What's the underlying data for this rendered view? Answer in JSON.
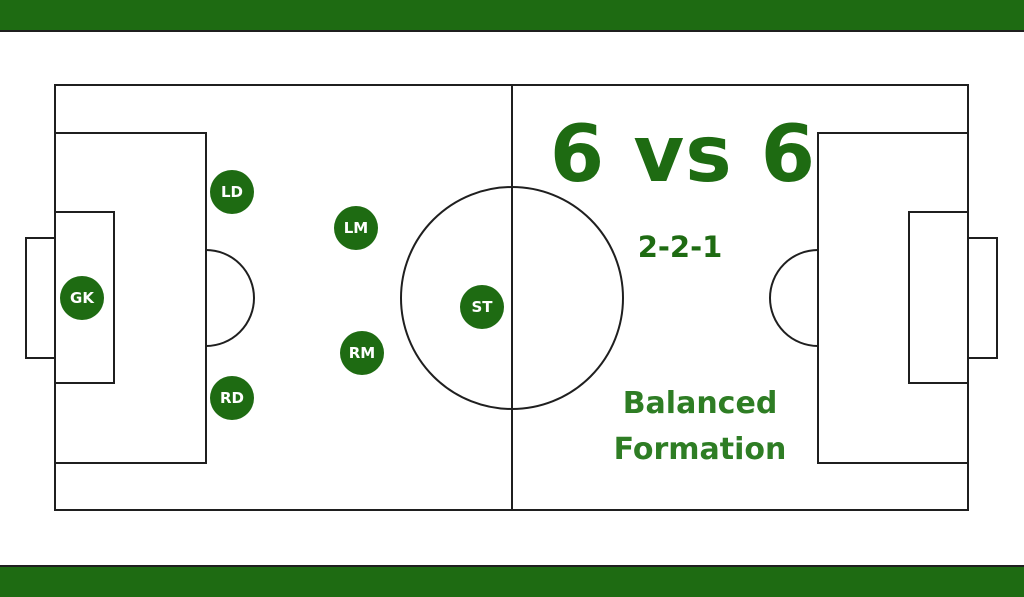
{
  "title": "6 vs 6",
  "formation": "2-2-1",
  "description": [
    "Balanced",
    "Formation"
  ],
  "players": [
    {
      "label": "GK"
    },
    {
      "label": "LD"
    },
    {
      "label": "RD"
    },
    {
      "label": "LM"
    },
    {
      "label": "RM"
    },
    {
      "label": "ST"
    }
  ],
  "colors": {
    "brand_green": "#1e6b12",
    "text_green": "#2e7d24",
    "line": "#1f1f1f",
    "pitch": "#ffffff"
  }
}
